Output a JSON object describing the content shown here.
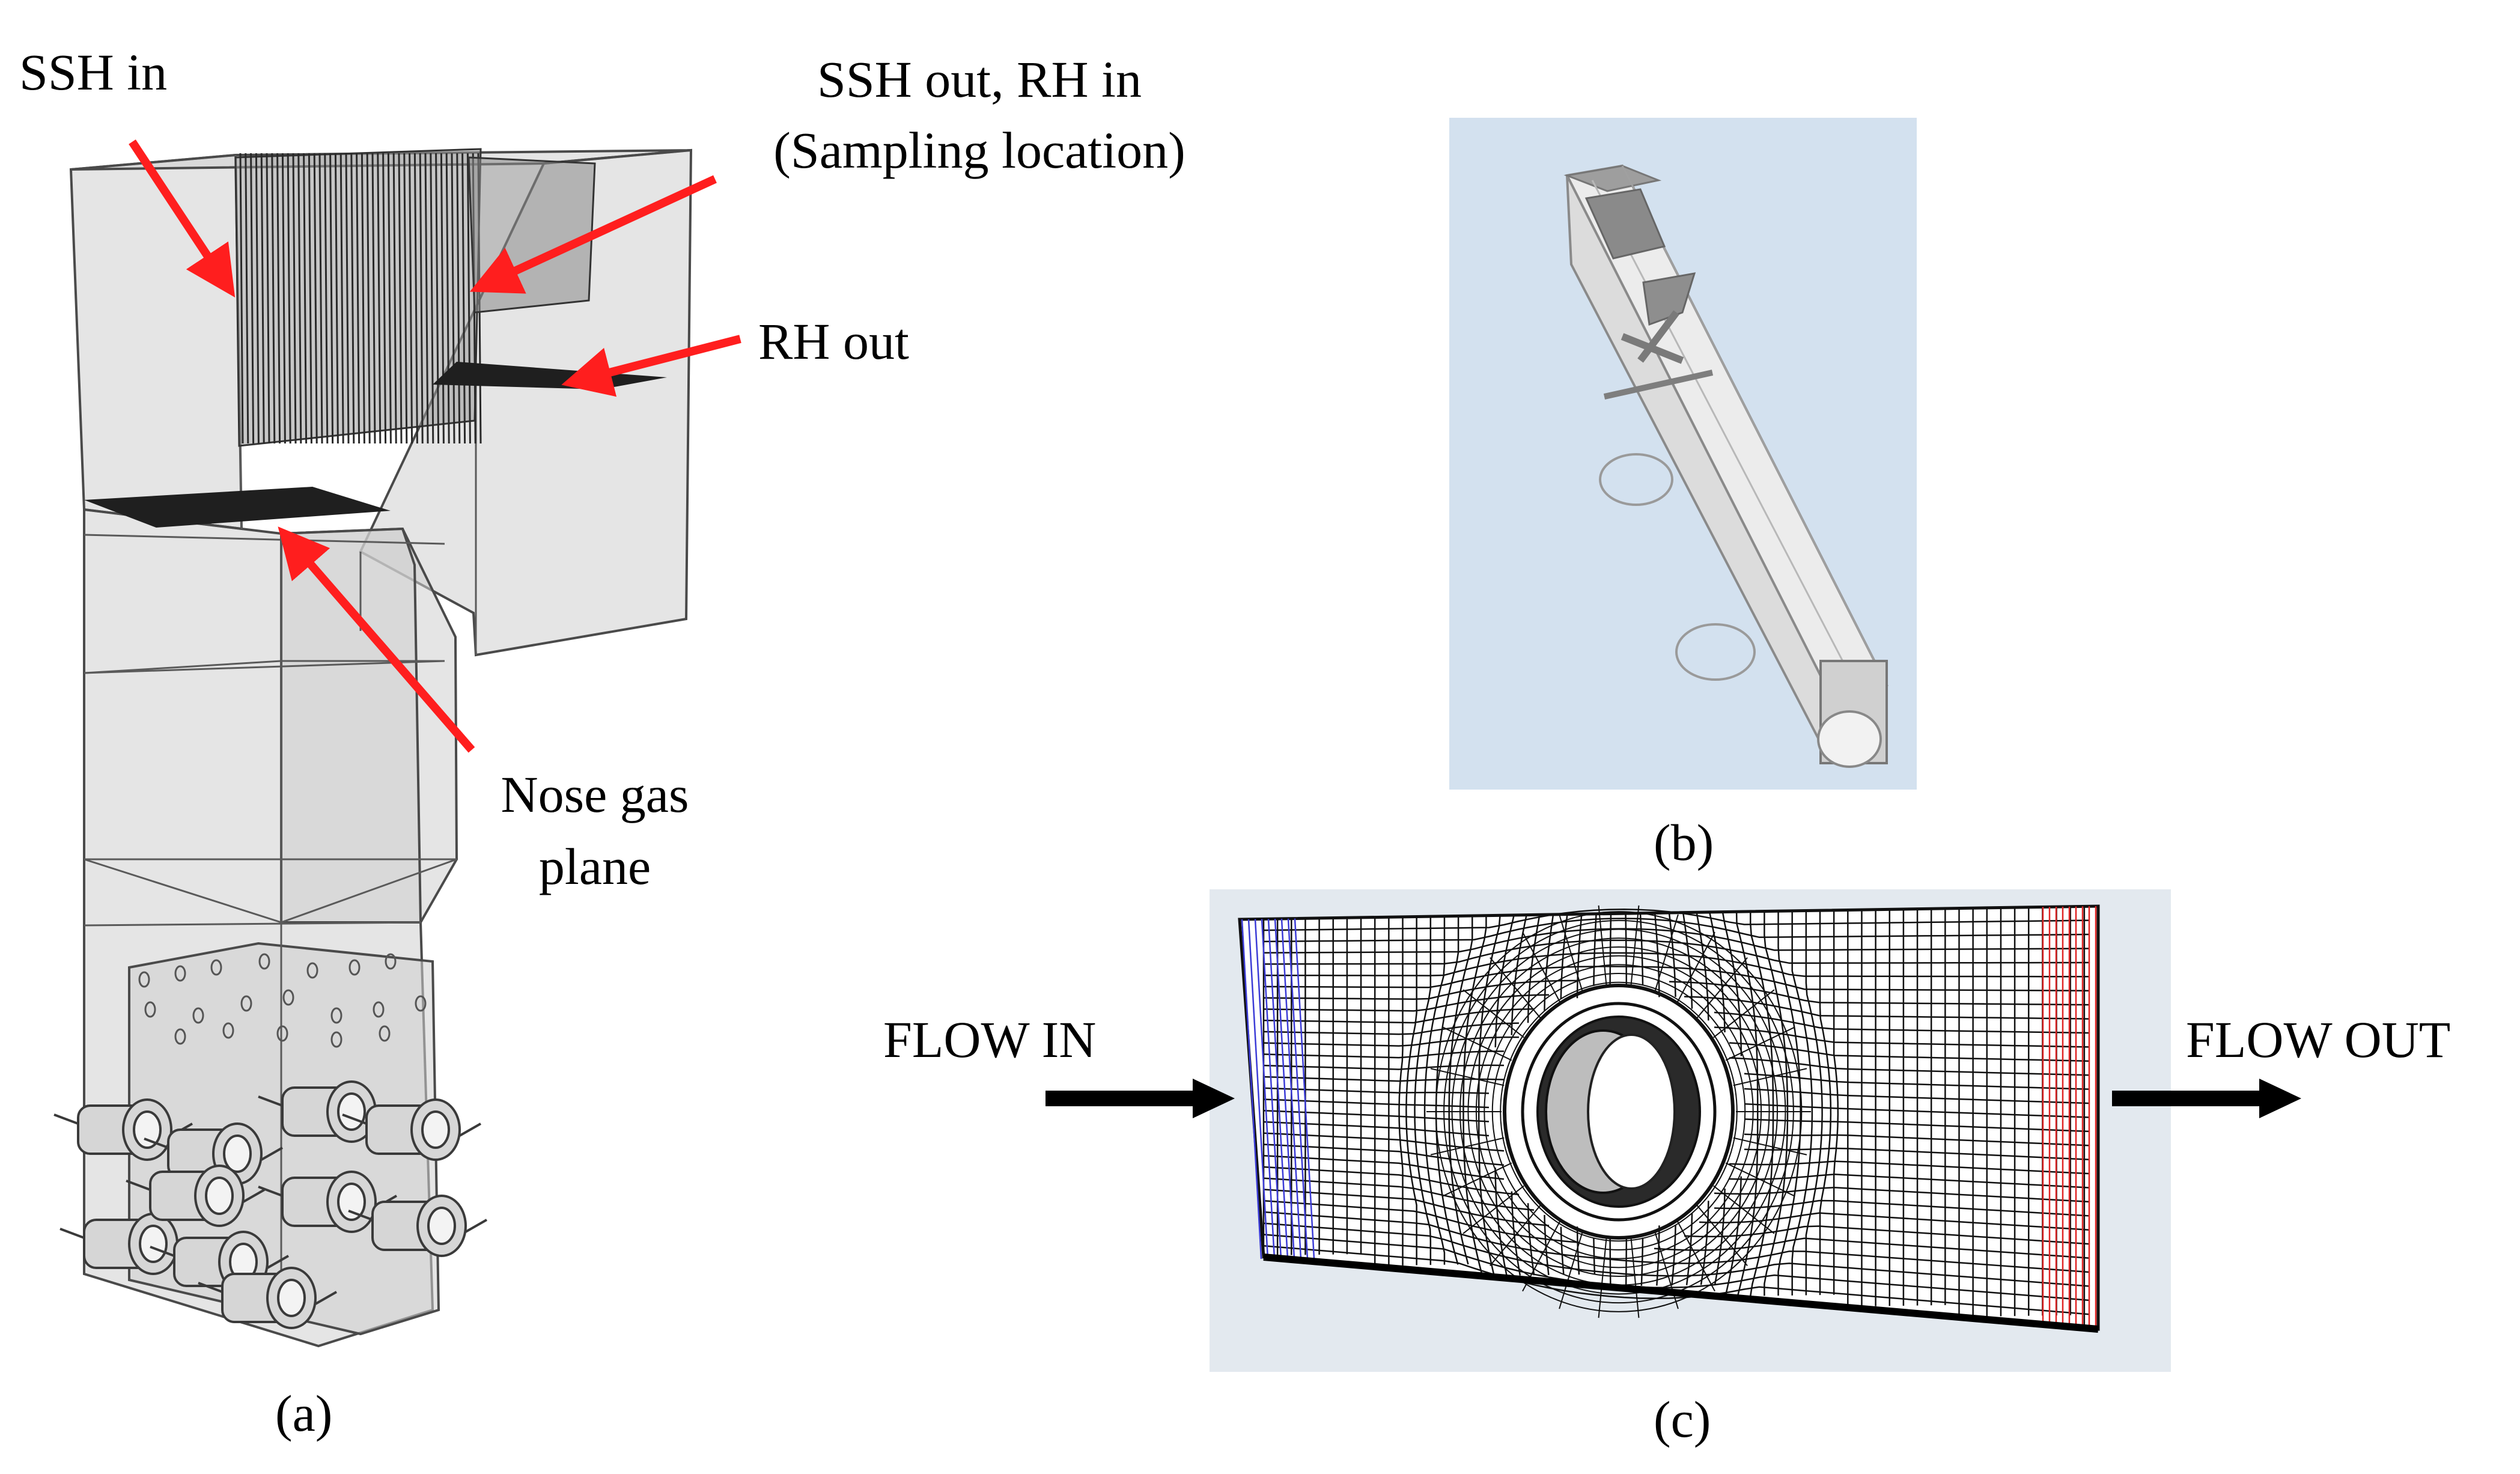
{
  "panel_a": {
    "caption": "(a)",
    "labels": {
      "ssh_in": "SSH in",
      "ssh_out_line1": "SSH out, RH in",
      "ssh_out_line2": "(Sampling location)",
      "rh_out": "RH out",
      "nose_line1": "Nose gas",
      "nose_line2": "plane"
    },
    "colors": {
      "arrow": "#ff1e1e",
      "plane": "#1f1f1f",
      "body": "#cfcfcf",
      "edge": "#4a4a4a"
    }
  },
  "panel_b": {
    "caption": "(b)",
    "colors": {
      "background": "#d3e1ef",
      "probe": "#ececec",
      "probe_edge": "#8a8a8a"
    }
  },
  "panel_c": {
    "caption": "(c)",
    "flow_in": "FLOW IN",
    "flow_out": "FLOW OUT",
    "colors": {
      "background": "#e3e9ef",
      "mesh": "#111111",
      "inlet": "#3b3bd6",
      "outlet": "#e02525",
      "arrow": "#000000"
    }
  }
}
